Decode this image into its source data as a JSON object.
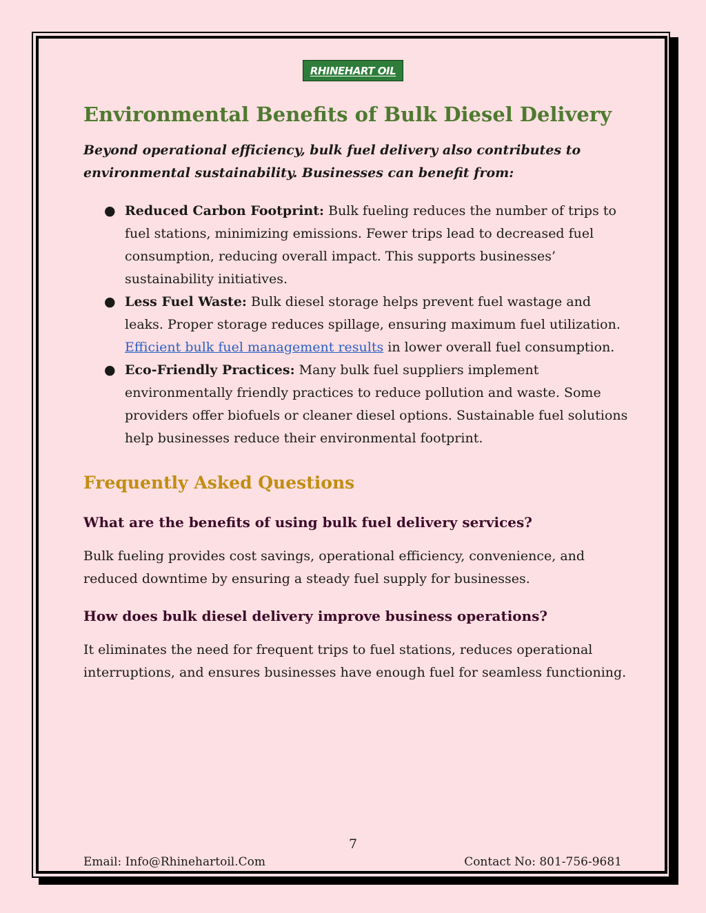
{
  "logo": {
    "text": "RHINEHART OIL"
  },
  "page_title": "Environmental Benefits of Bulk Diesel Delivery",
  "intro": "Beyond operational efficiency, bulk fuel delivery also contributes to environmental sustainability. Businesses can benefit from:",
  "benefits": [
    {
      "term": "Reduced Carbon Footprint:",
      "text": " Bulk fueling reduces the number of trips to fuel stations, minimizing emissions. Fewer trips lead to decreased fuel consumption, reducing overall impact. This supports businesses’ sustainability initiatives."
    },
    {
      "term": "Less Fuel Waste:",
      "text_before": " Bulk diesel storage helps prevent fuel wastage and leaks. Proper storage reduces spillage, ensuring maximum fuel utilization. ",
      "link": "Efficient bulk fuel management results",
      "text_after": " in lower overall fuel consumption."
    },
    {
      "term": "Eco-Friendly Practices:",
      "text": " Many bulk fuel suppliers implement environmentally friendly practices to reduce pollution and waste. Some providers offer biofuels or cleaner diesel options. Sustainable fuel solutions help businesses reduce their environmental footprint."
    }
  ],
  "bullet_glyph": "●",
  "faq": {
    "heading": "Frequently Asked Questions",
    "items": [
      {
        "question": "What are the benefits of using bulk fuel delivery services?",
        "answer": "Bulk fueling provides cost savings, operational efficiency, convenience, and reduced downtime by ensuring a steady fuel supply for businesses."
      },
      {
        "question": "How does bulk diesel delivery improve business operations?",
        "answer": "It eliminates the need for frequent trips to fuel stations, reduces operational interruptions, and ensures businesses have enough fuel for seamless functioning."
      }
    ]
  },
  "footer": {
    "page_number": "7",
    "email": "Email: Info@Rhinehartoil.Com",
    "contact": "Contact No: 801-756-9681"
  },
  "colors": {
    "background": "#fde0e3",
    "title": "#4e7a30",
    "faq_heading": "#c28d12",
    "question": "#3e0b2a",
    "link": "#2a5fc4",
    "logo_bg": "#2e7d3a"
  }
}
